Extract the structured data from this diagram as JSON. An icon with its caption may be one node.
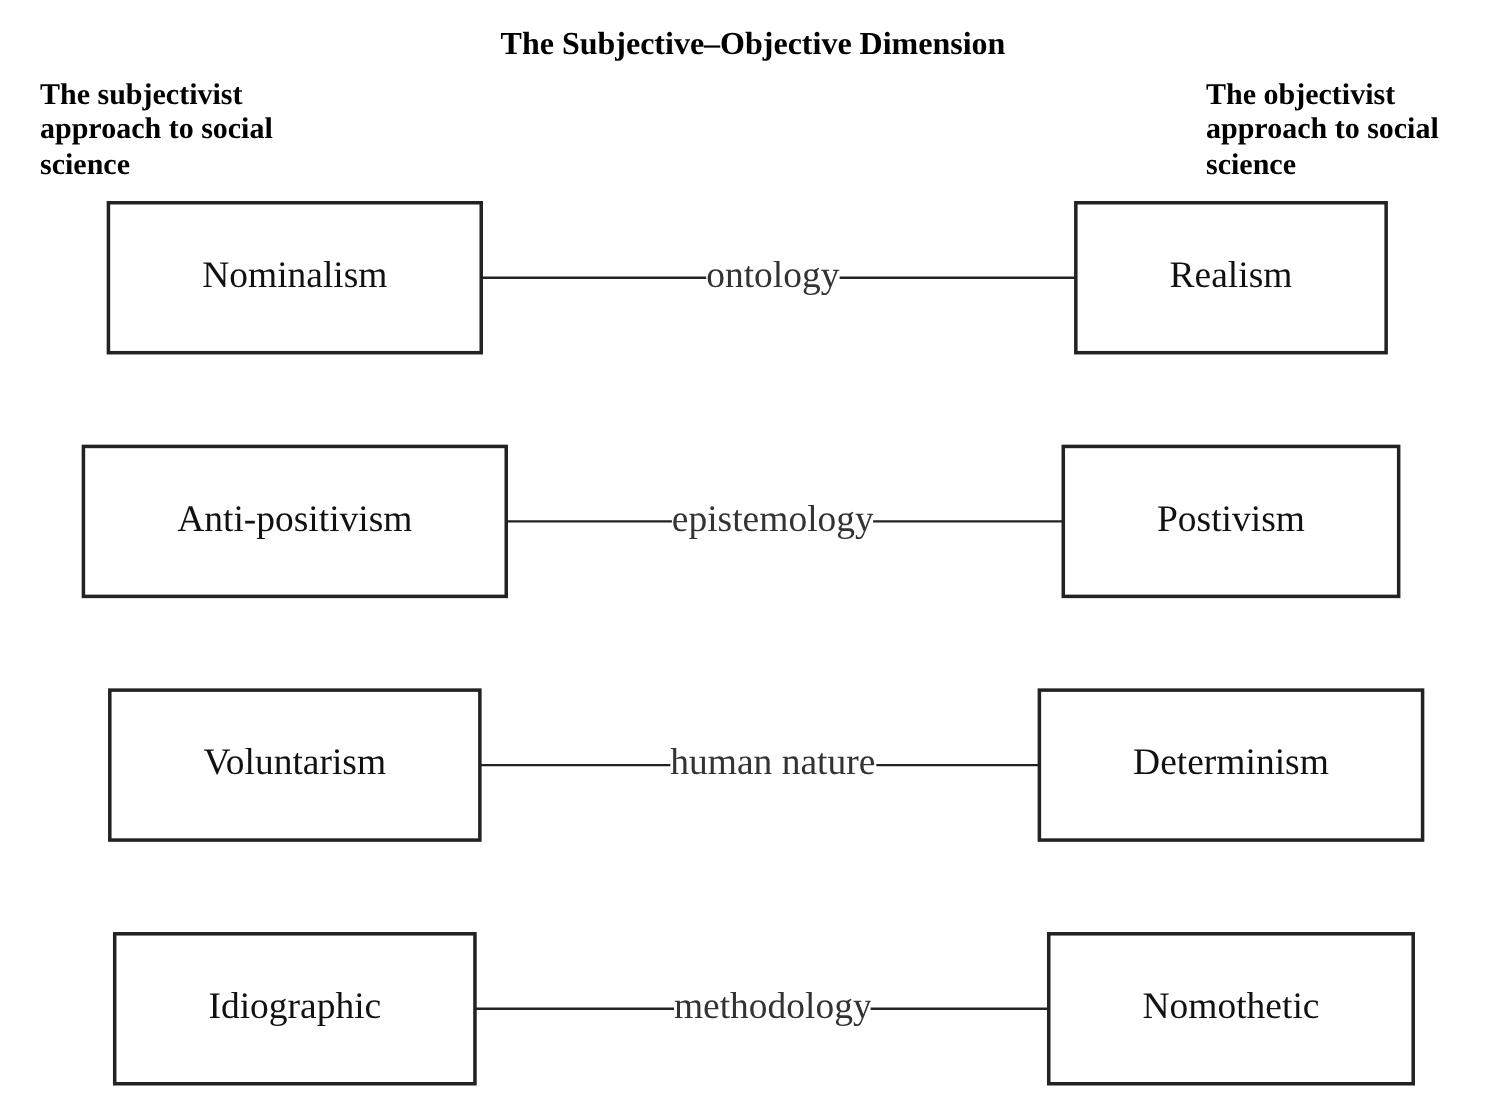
{
  "diagram": {
    "title": "The Subjective–Objective Dimension",
    "nodes": [
      {
        "text": [
          "Nominalism"
        ]
      },
      {
        "text": [
          "Realism"
        ]
      },
      {
        "text": [
          "Anti-positivism"
        ]
      },
      {
        "text": [
          "Postivism"
        ]
      },
      {
        "text": [
          "Voluntarism"
        ]
      },
      {
        "text": [
          "Determinism"
        ]
      },
      {
        "text": [
          "Idiographic"
        ]
      },
      {
        "text": [
          "Nomothetic"
        ]
      }
    ],
    "edges": [
      {
        "from": 0,
        "to": 1,
        "arrow": "none",
        "label": "ontology"
      },
      {
        "from": 2,
        "to": 3,
        "arrow": "none",
        "label": "epistemology"
      },
      {
        "from": 4,
        "to": 5,
        "arrow": "none",
        "label": "human nature"
      },
      {
        "from": 6,
        "to": 7,
        "arrow": "none",
        "label": "methodology"
      }
    ],
    "labels": [
      "The subjectivist approach to social science",
      "The objectivist approach to social science"
    ]
  }
}
